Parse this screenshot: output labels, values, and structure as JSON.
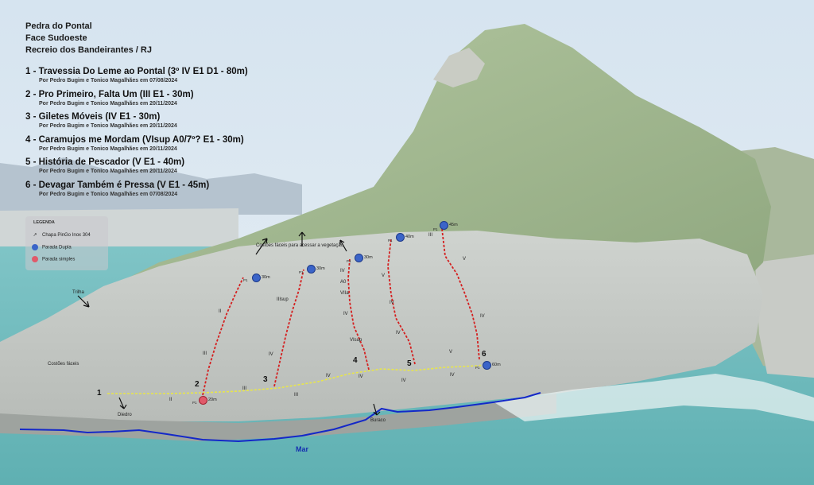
{
  "header": {
    "line1": "Pedra do Pontal",
    "line2": "Face Sudoeste",
    "line3": "Recreio dos Bandeirantes / RJ"
  },
  "routes": [
    {
      "title": "1 - Travessia Do Leme ao Pontal (3º IV E1 D1 - 80m)",
      "credit": "Por Pedro Bugim e Tonico Magalhães em 07/08/2024"
    },
    {
      "title": "2 - Pro Primeiro, Falta Um (III E1 - 30m)",
      "credit": "Por Pedro Bugim e Tonico Magalhães em 20/11/2024"
    },
    {
      "title": "3 - Giletes Móveis (IV E1 - 30m)",
      "credit": "Por Pedro Bugim e Tonico Magalhães em 20/11/2024"
    },
    {
      "title": "4 - Caramujos me Mordam (VIsup A0/7º? E1 - 30m)",
      "credit": "Por Pedro Bugim e Tonico Magalhães em 20/11/2024"
    },
    {
      "title": "5 - História de Pescador (V E1 - 40m)",
      "credit": "Por Pedro Bugim e Tonico Magalhães em 20/11/2024"
    },
    {
      "title": "6 - Devagar Também é Pressa (V E1 - 45m)",
      "credit": "Por Pedro Bugim e Tonico Magalhães em 07/08/2024"
    }
  ],
  "legend": {
    "title": "LEGENDA",
    "bolt": "Chapa PinGo Inox 304",
    "double": "Parada Dupla",
    "single": "Parada simples"
  },
  "labels": {
    "trilha": "Trilha",
    "costoes_faceis": "Costões fáceis",
    "costoes_vegetacao": "Costões fáceis para acessar a vegetação",
    "diedro": "Diedro",
    "buraco": "Buraco",
    "mar": "Mar"
  },
  "route_numbers": [
    "1",
    "2",
    "3",
    "4",
    "5",
    "6"
  ],
  "stops": [
    "30m",
    "30m",
    "30m",
    "40m",
    "45m",
    "20m",
    "60m"
  ],
  "stop_marks": [
    "P1",
    "P1",
    "P1",
    "P1",
    "P1",
    "P1",
    "P1"
  ],
  "grades": [
    "II",
    "III",
    "III",
    "IIIsup",
    "IV",
    "IV",
    "A0",
    "VIIa",
    "IV",
    "VIsup",
    "IV",
    "V",
    "IV",
    "IV",
    "III",
    "V",
    "IV",
    "V",
    "IV",
    "II",
    "III",
    "IV",
    "IV"
  ],
  "colors": {
    "route_line": "#d42020",
    "traverse_line": "#e8e64a",
    "sea_line": "#1428c8",
    "stop_double": "#3b64c8",
    "stop_single": "#e05a6a"
  }
}
